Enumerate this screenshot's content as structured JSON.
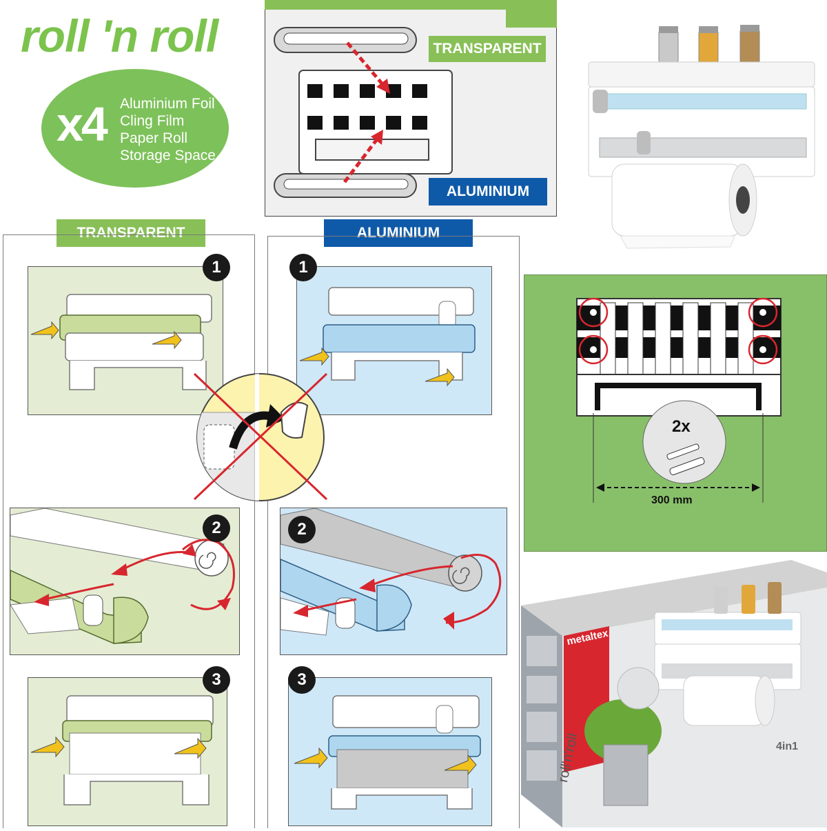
{
  "brand_title": "roll 'n roll",
  "bubble": {
    "multiplier": "x4",
    "items": [
      "Aluminium Foil",
      "Cling Film",
      "Paper Roll",
      "Storage Space"
    ]
  },
  "top_diagram": {
    "label_transparent": "TRANSPARENT",
    "label_aluminium": "ALUMINIUM"
  },
  "columns": {
    "transparent_header": "TRANSPARENT",
    "aluminium_header": "ALUMINIUM"
  },
  "steps": {
    "one": "1",
    "two": "2",
    "three": "3"
  },
  "mounting": {
    "screws_count": "2x",
    "distance": "300 mm"
  },
  "box": {
    "brand": "metaltex",
    "product": "roll'n'roll",
    "badge": "4in1"
  },
  "colors": {
    "brand_green": "#7cc34e",
    "label_green": "#88c057",
    "label_blue": "#0f5aa8",
    "panel_green": "#e4edd4",
    "panel_blue": "#cfe8f8",
    "mount_green": "#88c06a",
    "accent_red": "#d7262e",
    "note_yellow": "#fbf3ae"
  }
}
